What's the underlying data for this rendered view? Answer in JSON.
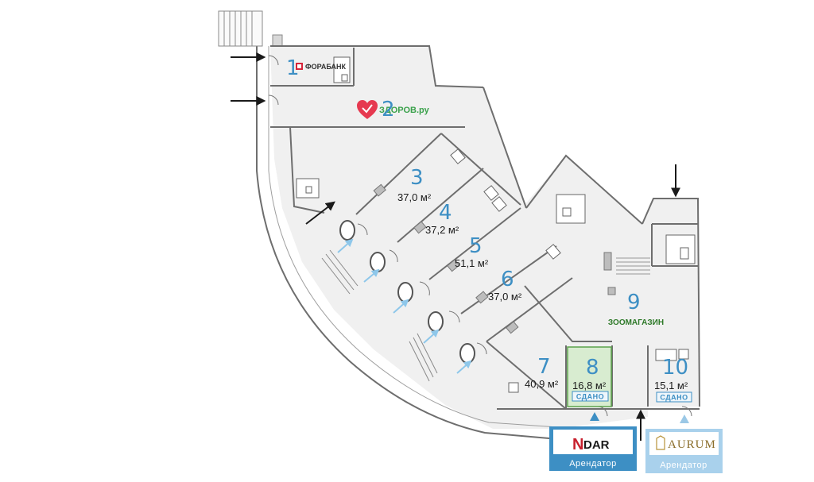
{
  "rooms": [
    {
      "id": "1",
      "number": "1",
      "tenant": "ФОРАБАНК"
    },
    {
      "id": "2",
      "number": "2",
      "tenant": "ЗДОРОВ.ру"
    },
    {
      "id": "3",
      "number": "3",
      "area": "37,0 м²"
    },
    {
      "id": "4",
      "number": "4",
      "area": "37,2 м²"
    },
    {
      "id": "5",
      "number": "5",
      "area": "51,1 м²"
    },
    {
      "id": "6",
      "number": "6",
      "area": "37,0 м²"
    },
    {
      "id": "7",
      "number": "7",
      "area": "40,9 м²"
    },
    {
      "id": "8",
      "number": "8",
      "area": "16,8 м²",
      "status": "СДАНО"
    },
    {
      "id": "9",
      "number": "9",
      "tenant": "ЗООМАГАЗИН"
    },
    {
      "id": "10",
      "number": "10",
      "area": "15,1 м²",
      "status": "СДАНО"
    }
  ],
  "badges": [
    {
      "logo": "DAR",
      "logo_mark": "N",
      "role": "Арендатор"
    },
    {
      "logo": "AURUM",
      "role": "Арендатор"
    }
  ],
  "colors": {
    "room_number": "#3d8fc4",
    "leased_fill": "#d8ecd0",
    "leased_border": "#5aa24a",
    "badge_blue": "#3d8fc4",
    "badge_light": "#9bc8e6",
    "walls": "#6e6e6e",
    "floor": "#efefef",
    "zdorov_green": "#3aa14b",
    "heart_red": "#e63950",
    "aurum_gold": "#b8933a"
  }
}
